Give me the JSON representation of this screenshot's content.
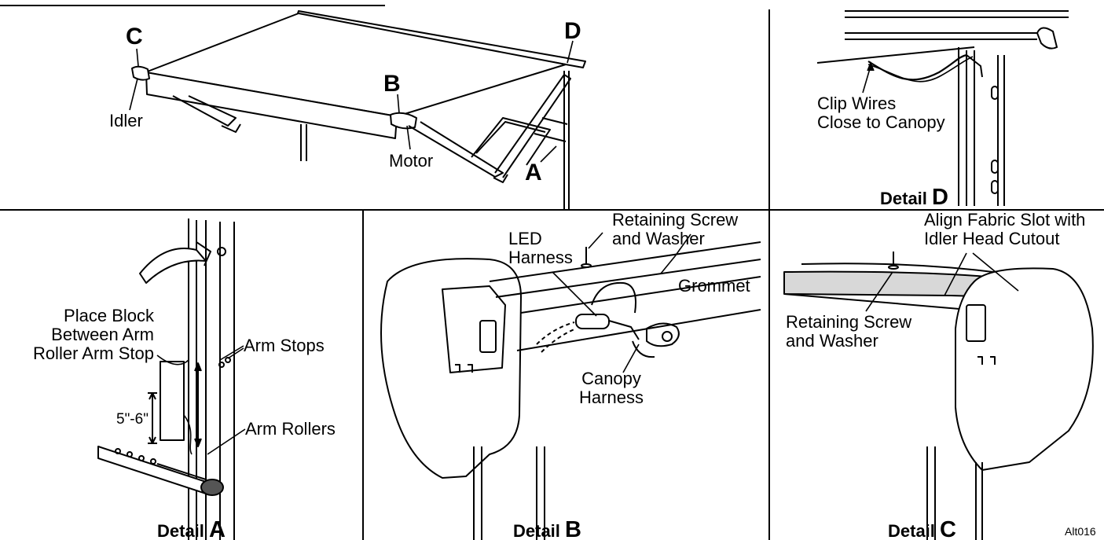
{
  "overview": {
    "letter_c": "C",
    "letter_d": "D",
    "letter_b": "B",
    "letter_a": "A",
    "idler": "Idler",
    "motor": "Motor"
  },
  "detail_d": {
    "note_line1": "Clip Wires",
    "note_line2": "Close to Canopy",
    "title_word": "Detail",
    "title_letter": "D"
  },
  "detail_a": {
    "note_line1": "Place Block",
    "note_line2": "Between Arm",
    "note_line3": "Roller Arm Stop",
    "arm_stops": "Arm Stops",
    "arm_rollers": "Arm Rollers",
    "dimension": "5\"-6\"",
    "title_word": "Detail",
    "title_letter": "A"
  },
  "detail_b": {
    "led_line1": "LED",
    "led_line2": "Harness",
    "screw_line1": "Retaining Screw",
    "screw_line2": "and Washer",
    "grommet": "Grommet",
    "canopy_line1": "Canopy",
    "canopy_line2": "Harness",
    "title_word": "Detail",
    "title_letter": "B"
  },
  "detail_c": {
    "align_line1": "Align Fabric Slot with",
    "align_line2": "Idler Head Cutout",
    "screw_line1": "Retaining Screw",
    "screw_line2": "and Washer",
    "title_word": "Detail",
    "title_letter": "C"
  },
  "figure_code": "Alt016"
}
